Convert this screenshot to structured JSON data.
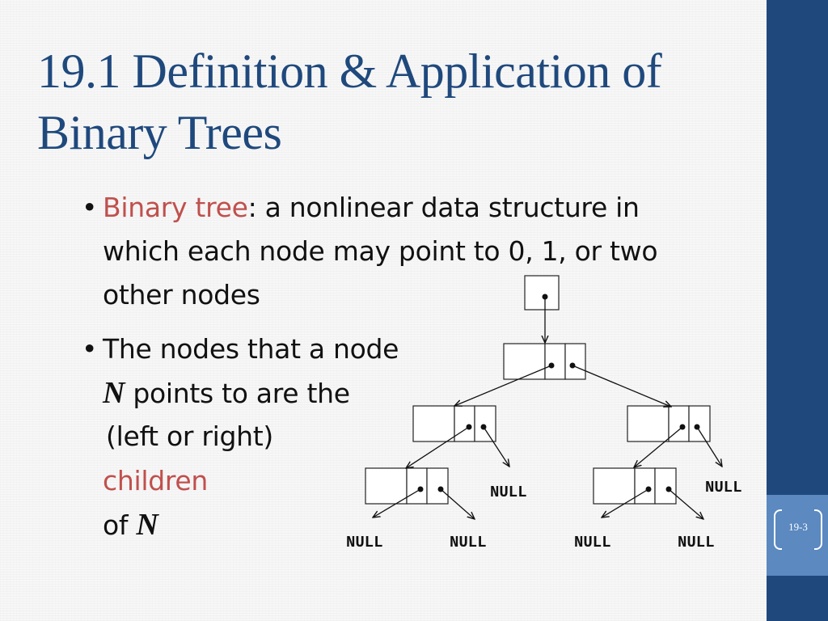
{
  "slide": {
    "title_line1": "19.1  Definition & Application of",
    "title_line2": "Binary Trees",
    "page_number": "19-3",
    "colors": {
      "title": "#1f497d",
      "highlight": "#c0504d",
      "side_band": "#1f497d",
      "side_light": "#5b89c0"
    }
  },
  "bullets": [
    {
      "term": "Binary tree",
      "text_line1": ": a nonlinear data structure in",
      "text_line2": "which each node may point to 0, 1, or two",
      "text_line3": "other nodes"
    },
    {
      "line1": "The nodes that a node",
      "symbol": "N",
      "line2": " points to are the",
      "line3": "(left or right)",
      "highlight": "children",
      "line5": "of ",
      "symbol2": "N"
    }
  ],
  "diagram": {
    "null_labels": [
      "NULL",
      "NULL",
      "NULL",
      "NULL",
      "NULL",
      "NULL"
    ]
  }
}
